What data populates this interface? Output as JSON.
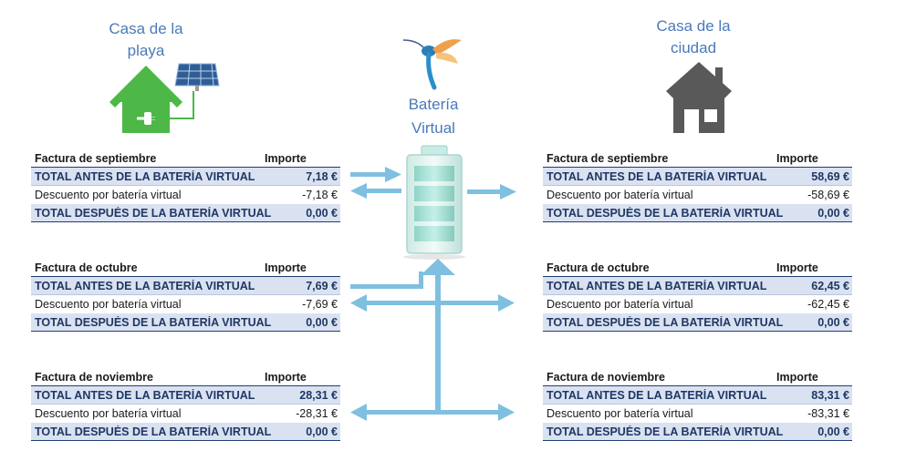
{
  "left_house": {
    "title_line1": "Casa de la",
    "title_line2": "playa",
    "icon": "green-house-solar-icon",
    "color": "#4db847"
  },
  "right_house": {
    "title_line1": "Casa de la",
    "title_line2": "ciudad",
    "icon": "house-icon",
    "color": "#595959"
  },
  "center": {
    "title_line1": "Batería",
    "title_line2": "Virtual",
    "logo_icon": "hummingbird-icon",
    "battery_icon": "battery-icon",
    "arrow_color": "#7fbfe0"
  },
  "headers": {
    "amount": "Importe"
  },
  "left_bills": [
    {
      "month": "Factura de septiembre",
      "total_before_label": "TOTAL ANTES DE LA BATERÍA VIRTUAL",
      "total_before": "7,18 €",
      "discount_label": "Descuento por batería virtual",
      "discount": "-7,18 €",
      "total_after_label": "TOTAL DESPUÉS DE LA BATERÍA VIRTUAL",
      "total_after": "0,00 €"
    },
    {
      "month": "Factura de octubre",
      "total_before_label": "TOTAL ANTES DE LA BATERÍA VIRTUAL",
      "total_before": "7,69 €",
      "discount_label": "Descuento por batería virtual",
      "discount": "-7,69 €",
      "total_after_label": "TOTAL DESPUÉS DE LA BATERÍA VIRTUAL",
      "total_after": "0,00 €"
    },
    {
      "month": "Factura de noviembre",
      "total_before_label": "TOTAL ANTES DE LA BATERÍA VIRTUAL",
      "total_before": "28,31 €",
      "discount_label": "Descuento por batería virtual",
      "discount": "-28,31 €",
      "total_after_label": "TOTAL DESPUÉS DE LA BATERÍA VIRTUAL",
      "total_after": "0,00 €"
    }
  ],
  "right_bills": [
    {
      "month": "Factura de septiembre",
      "total_before_label": "TOTAL ANTES DE LA BATERÍA VIRTUAL",
      "total_before": "58,69 €",
      "discount_label": "Descuento por batería virtual",
      "discount": "-58,69 €",
      "total_after_label": "TOTAL DESPUÉS DE LA BATERÍA VIRTUAL",
      "total_after": "0,00 €"
    },
    {
      "month": "Factura de octubre",
      "total_before_label": "TOTAL ANTES DE LA BATERÍA VIRTUAL",
      "total_before": "62,45 €",
      "discount_label": "Descuento por batería virtual",
      "discount": "-62,45 €",
      "total_after_label": "TOTAL DESPUÉS DE LA BATERÍA VIRTUAL",
      "total_after": "0,00 €"
    },
    {
      "month": "Factura de noviembre",
      "total_before_label": "TOTAL ANTES DE LA BATERÍA VIRTUAL",
      "total_before": "83,31 €",
      "discount_label": "Descuento por batería virtual",
      "discount": "-83,31 €",
      "total_after_label": "TOTAL DESPUÉS DE LA BATERÍA VIRTUAL",
      "total_after": "0,00 €"
    }
  ]
}
